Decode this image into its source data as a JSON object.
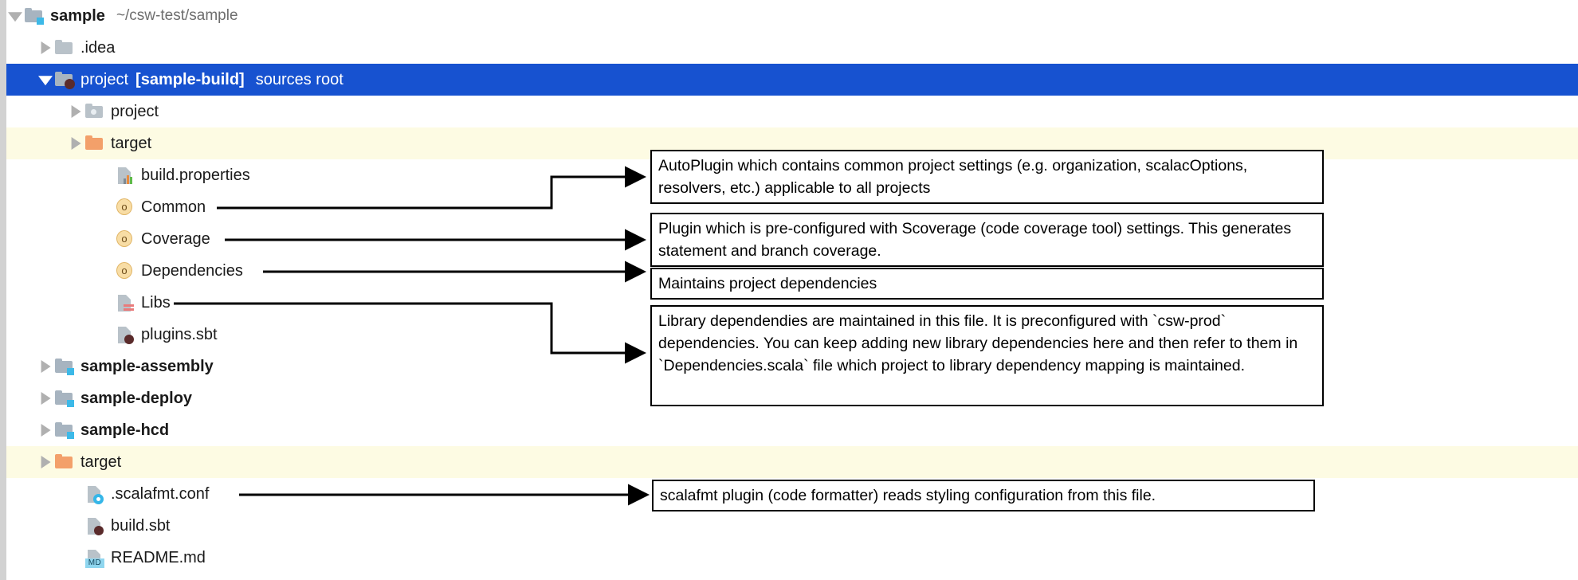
{
  "colors": {
    "selection_blue": "#1752d0",
    "highlight_yellow": "#fdfbe3",
    "folder_gray": "#a7b4c0",
    "folder_orange": "#f3a06a",
    "scala_object_fill": "#f8dda5",
    "gutter_gray": "#d2d2d2"
  },
  "tree": {
    "name": "project-tree",
    "rows": [
      {
        "label": "sample",
        "secondary": "~/csw-test/sample",
        "icon": "module-folder-icon",
        "twisty": "down",
        "depth": 0,
        "bold": true,
        "state": "normal"
      },
      {
        "label": ".idea",
        "secondary": "",
        "icon": "folder-icon",
        "twisty": "right",
        "depth": 1,
        "bold": false,
        "state": "normal"
      },
      {
        "label": "project",
        "module": "[sample-build]",
        "secondary": "sources root",
        "icon": "module-folder-sbt-icon",
        "twisty": "down",
        "depth": 1,
        "bold": false,
        "state": "selected"
      },
      {
        "label": "project",
        "secondary": "",
        "icon": "folder-excluded-icon",
        "twisty": "right",
        "depth": 2,
        "bold": false,
        "state": "normal"
      },
      {
        "label": "target",
        "secondary": "",
        "icon": "folder-orange-icon",
        "twisty": "right",
        "depth": 2,
        "bold": false,
        "state": "highlighted"
      },
      {
        "label": "build.properties",
        "secondary": "",
        "icon": "properties-file-icon",
        "twisty": "none",
        "depth": 3,
        "bold": false,
        "state": "normal"
      },
      {
        "label": "Common",
        "secondary": "",
        "icon": "scala-object-icon",
        "twisty": "none",
        "depth": 3,
        "bold": false,
        "state": "normal"
      },
      {
        "label": "Coverage",
        "secondary": "",
        "icon": "scala-object-icon",
        "twisty": "none",
        "depth": 3,
        "bold": false,
        "state": "normal"
      },
      {
        "label": "Dependencies",
        "secondary": "",
        "icon": "scala-object-icon",
        "twisty": "none",
        "depth": 3,
        "bold": false,
        "state": "normal"
      },
      {
        "label": "Libs",
        "secondary": "",
        "icon": "scala-file-icon",
        "twisty": "none",
        "depth": 3,
        "bold": false,
        "state": "normal"
      },
      {
        "label": "plugins.sbt",
        "secondary": "",
        "icon": "sbt-file-icon",
        "twisty": "none",
        "depth": 3,
        "bold": false,
        "state": "normal"
      },
      {
        "label": "sample-assembly",
        "secondary": "",
        "icon": "module-folder-icon",
        "twisty": "right",
        "depth": 1,
        "bold": true,
        "state": "normal"
      },
      {
        "label": "sample-deploy",
        "secondary": "",
        "icon": "module-folder-icon",
        "twisty": "right",
        "depth": 1,
        "bold": true,
        "state": "normal"
      },
      {
        "label": "sample-hcd",
        "secondary": "",
        "icon": "module-folder-icon",
        "twisty": "right",
        "depth": 1,
        "bold": true,
        "state": "normal"
      },
      {
        "label": "target",
        "secondary": "",
        "icon": "folder-orange-icon",
        "twisty": "right",
        "depth": 1,
        "bold": false,
        "state": "highlighted"
      },
      {
        "label": ".scalafmt.conf",
        "secondary": "",
        "icon": "config-file-icon",
        "twisty": "none",
        "depth": 2,
        "bold": false,
        "state": "normal"
      },
      {
        "label": "build.sbt",
        "secondary": "",
        "icon": "sbt-file-icon",
        "twisty": "none",
        "depth": 2,
        "bold": false,
        "state": "normal"
      },
      {
        "label": "README.md",
        "secondary": "",
        "icon": "markdown-file-icon",
        "twisty": "none",
        "depth": 2,
        "bold": false,
        "state": "normal"
      }
    ]
  },
  "annotations": [
    {
      "id": "common",
      "target": "Common",
      "text": "AutoPlugin which contains common project settings (e.g. organization, scalacOptions, resolvers, etc.) applicable to all projects"
    },
    {
      "id": "coverage",
      "target": "Coverage",
      "text": "Plugin which is pre-configured with Scoverage (code coverage tool) settings. This generates statement and branch coverage."
    },
    {
      "id": "dependencies",
      "target": "Dependencies",
      "text": "Maintains project dependencies"
    },
    {
      "id": "libs",
      "target": "Libs",
      "text": "Library dependendies are maintained in this file.  It is preconfigured with `csw-prod` dependencies.  You can keep adding new library dependencies here and then refer to them in `Dependencies.scala` file which project to library dependency mapping is maintained."
    },
    {
      "id": "scalafmt",
      "target": ".scalafmt.conf",
      "text": "scalafmt plugin (code formatter) reads styling configuration from this file."
    }
  ]
}
